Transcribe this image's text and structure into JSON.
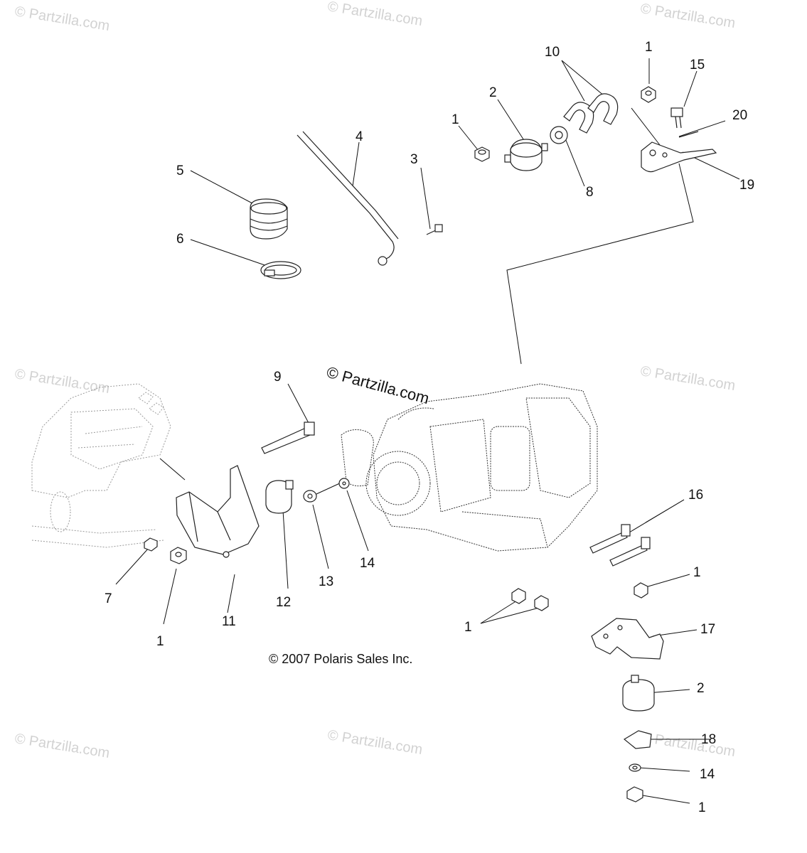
{
  "watermarks": {
    "small": "© Partzilla.com",
    "main": "© Partzilla.com"
  },
  "copyright": "© 2007 Polaris Sales Inc.",
  "callouts": {
    "c1a": "1",
    "c1b": "1",
    "c1c": "1",
    "c1d": "1",
    "c1e": "1",
    "c1f": "1",
    "c2a": "2",
    "c2b": "2",
    "c3": "3",
    "c4": "4",
    "c5": "5",
    "c6": "6",
    "c7": "7",
    "c8": "8",
    "c9": "9",
    "c10": "10",
    "c11": "11",
    "c12": "12",
    "c13": "13",
    "c14a": "14",
    "c14b": "14",
    "c15": "15",
    "c16": "16",
    "c17": "17",
    "c18": "18",
    "c19": "19",
    "c20": "20"
  }
}
